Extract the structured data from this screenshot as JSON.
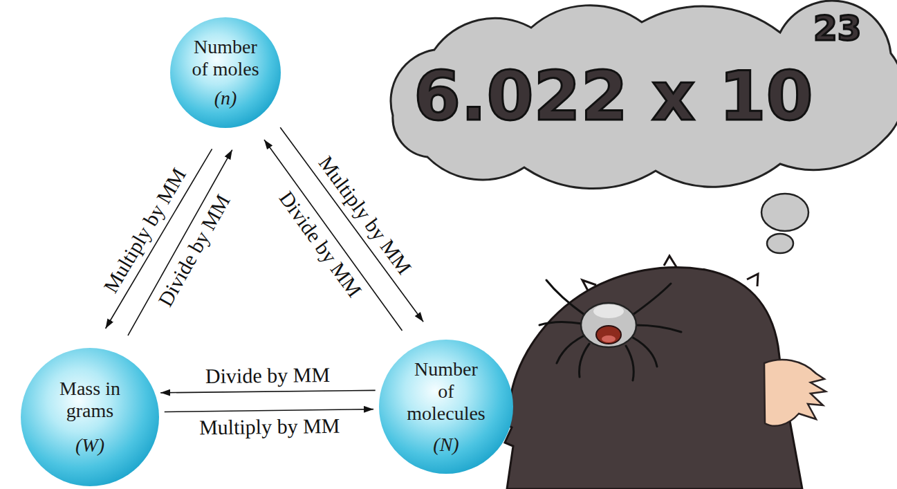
{
  "diagram": {
    "nodes": [
      {
        "text": [
          "Number of moles",
          "(n)"
        ]
      },
      {
        "text": [
          "6.022 x 10",
          "23"
        ]
      },
      {
        "text": [
          "Mass in grams",
          "(W)"
        ]
      },
      {
        "text": [
          "Number of molecules",
          "(N)"
        ]
      }
    ],
    "edges": [
      {
        "from": 0,
        "to": 2,
        "label": "Multiply by MM",
        "arrow": "to"
      },
      {
        "from": 2,
        "to": 0,
        "label": "Divide by MM",
        "arrow": "to"
      },
      {
        "from": 0,
        "to": 3,
        "label": "Multiply by MM",
        "arrow": "to"
      },
      {
        "from": 3,
        "to": 0,
        "label": "Divide by MM",
        "arrow": "to"
      },
      {
        "from": 3,
        "to": 2,
        "label": "Divide by MM",
        "arrow": "to"
      },
      {
        "from": 2,
        "to": 3,
        "label": "Multiply by MM",
        "arrow": "to"
      }
    ]
  }
}
